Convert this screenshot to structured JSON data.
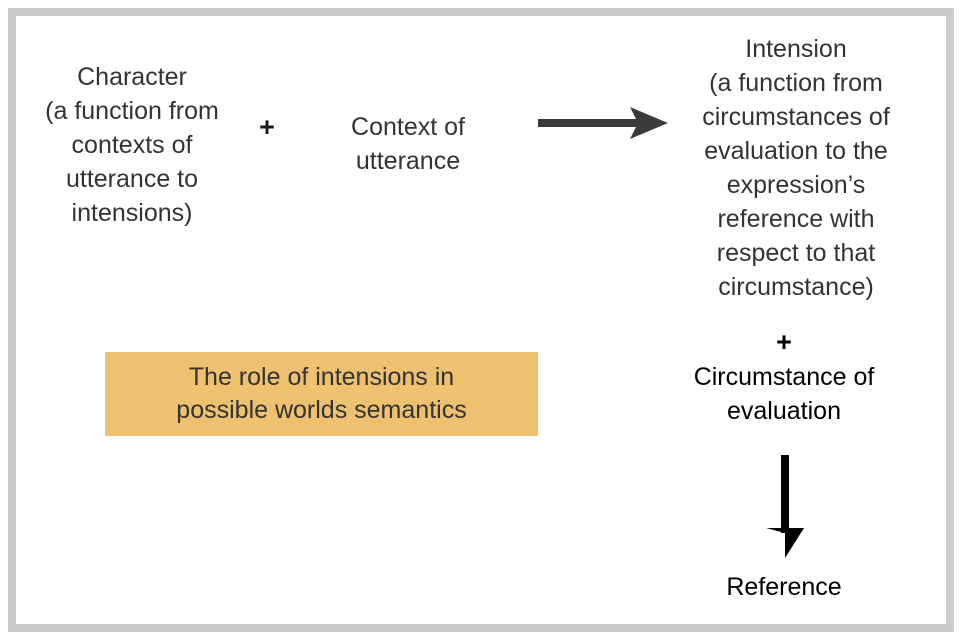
{
  "figure": {
    "frame": {
      "border_color": "#cccccc",
      "background_color": "#ffffff"
    },
    "text_color": "#333333",
    "accent_color": "#eec170"
  },
  "nodes": {
    "character": {
      "label": "Character\n(a function from\ncontexts of\nutterance to\nintensions)"
    },
    "plus_one": {
      "label": "+"
    },
    "context_of_utterance": {
      "label": "Context of\nutterance"
    },
    "intension": {
      "label": "Intension\n(a function from\ncircumstances of\nevaluation to the\nexpression’s\nreference with\nrespect to that\ncircumstance)"
    },
    "plus_two": {
      "label": "+"
    },
    "circumstance_of_evaluation": {
      "label": "Circumstance of\nevaluation"
    },
    "reference": {
      "label": "Reference"
    }
  },
  "arrows": {
    "horizontal": {
      "name": "arrow-right",
      "color": "#3a3a3a",
      "from": "character + context of utterance",
      "to": "intension"
    },
    "vertical": {
      "name": "arrow-down",
      "color": "#000000",
      "from": "intension + circumstance of evaluation",
      "to": "reference"
    }
  },
  "caption": {
    "text": "The role of intensions in\npossible worlds semantics",
    "background_color": "#eec170"
  }
}
